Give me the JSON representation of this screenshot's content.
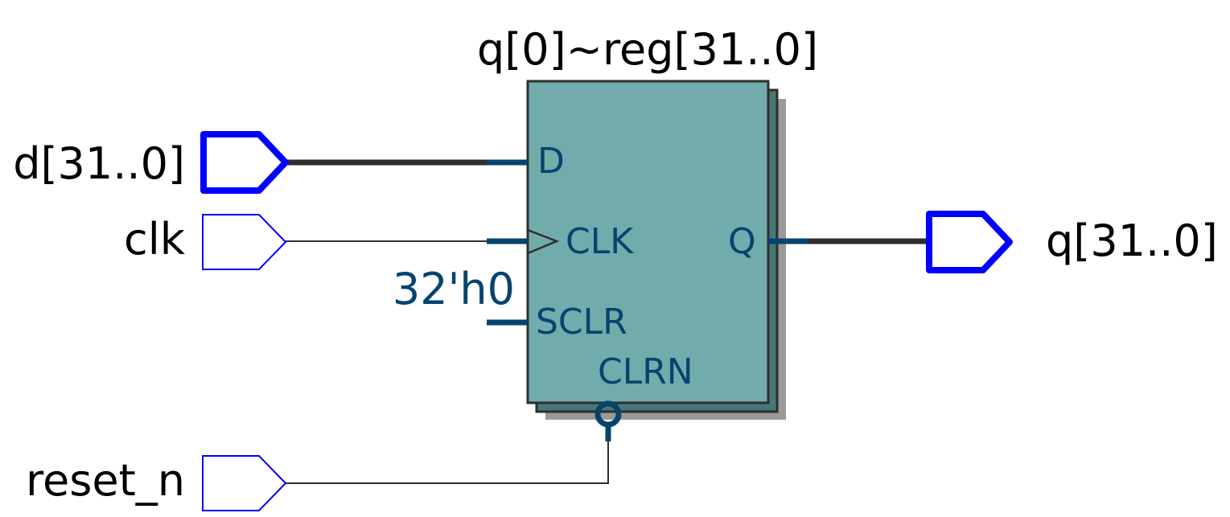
{
  "register": {
    "name": "q[0]~reg[31..0]",
    "pins": {
      "d": "D",
      "clk": "CLK",
      "sclr": "SCLR",
      "clrn": "CLRN",
      "q": "Q"
    },
    "sclr_constant": "32'h0"
  },
  "ports": {
    "inputs": [
      {
        "label": "d[31..0]",
        "bus": true
      },
      {
        "label": "clk",
        "bus": false
      },
      {
        "label": "reset_n",
        "bus": false
      }
    ],
    "outputs": [
      {
        "label": "q[31..0]",
        "bus": true
      }
    ]
  },
  "colors": {
    "register_fill": "#72abac",
    "register_back": "#477878",
    "shadow": "#9a9a9a",
    "pin": "#04446e",
    "port": "#0000ff",
    "wire": "#2e2e2e"
  }
}
